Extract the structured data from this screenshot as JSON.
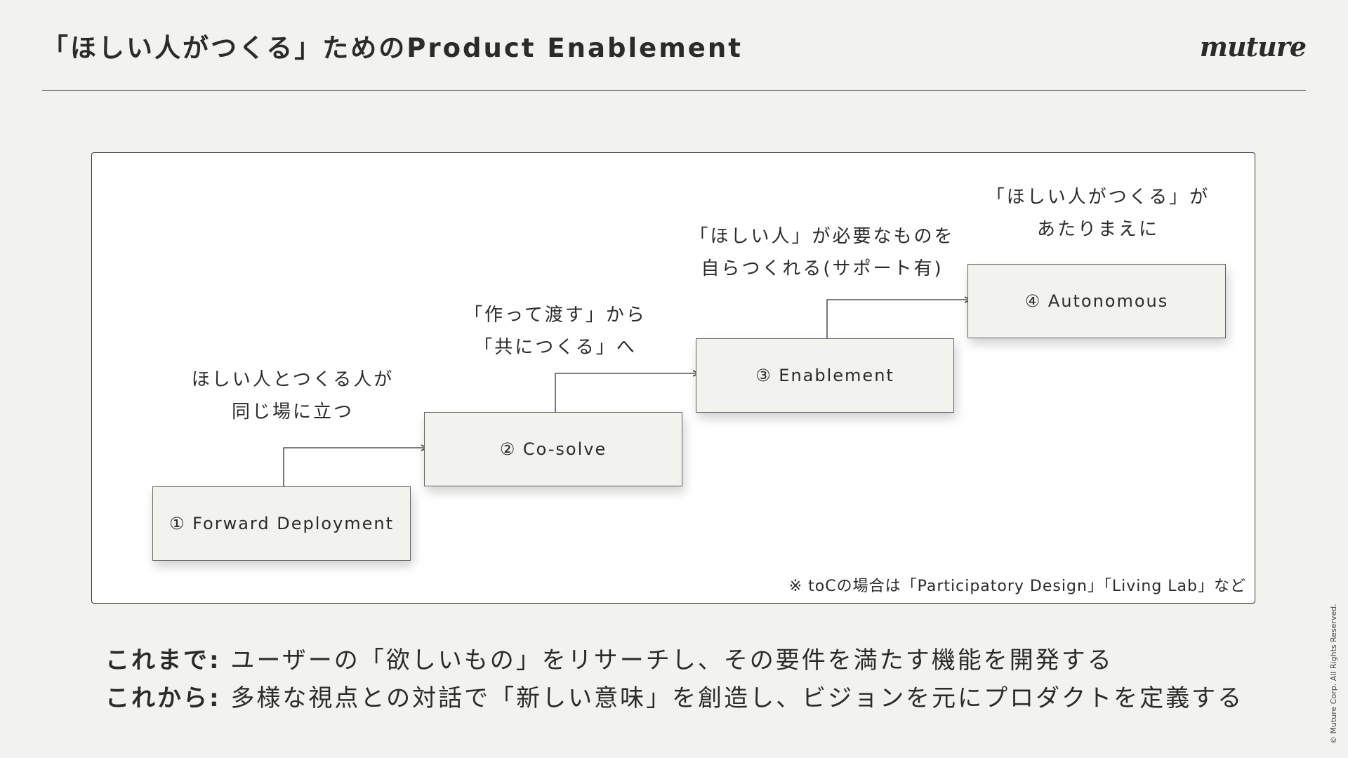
{
  "header": {
    "title": "「ほしい人がつくる」ためのProduct Enablement",
    "logo": "muture"
  },
  "diagram": {
    "steps": [
      {
        "label": "① Forward Deployment",
        "caption": [
          "ほしい人とつくる人が",
          "同じ場に立つ"
        ]
      },
      {
        "label": "② Co-solve",
        "caption": [
          "「作って渡す」から",
          "「共につくる」へ"
        ]
      },
      {
        "label": "③ Enablement",
        "caption": [
          "「ほしい人」が必要なものを",
          "自らつくれる(サポート有)"
        ]
      },
      {
        "label": "④ Autonomous",
        "caption": [
          "「ほしい人がつくる」が",
          "あたりまえに"
        ]
      }
    ],
    "note": "※ toCの場合は「Participatory Design」「Living Lab」など"
  },
  "summary": {
    "before_label": "これまで:",
    "before_text": " ユーザーの「欲しいもの」をリサーチし、その要件を満たす機能を開発する",
    "after_label": "これから:",
    "after_text": " 多様な視点との対話で「新しい意味」を創造し、ビジョンを元にプロダクトを定義する"
  },
  "footer": {
    "copyright": "© Muture Corp. All Rights Reserved."
  }
}
